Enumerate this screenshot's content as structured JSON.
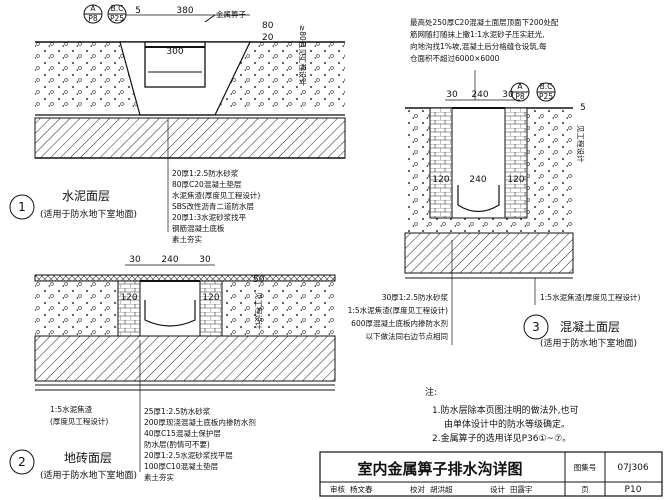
{
  "title": "室内金属箅子排水沟详图",
  "title_block": {
    "atlas_label": "图集号",
    "atlas_no": "07J306",
    "page_label": "页",
    "page_no": "P10",
    "roles": [
      "审核",
      "校对",
      "设计"
    ],
    "names": [
      "杨文春",
      "胡洪超",
      "田露宇"
    ]
  },
  "details": [
    {
      "no": "1",
      "name": "水泥面层",
      "scope": "(适用于防水地下室地面)",
      "dims": [
        "380",
        "5",
        "300",
        "80",
        "20"
      ],
      "vertical_dims": [
        "≥80且见工程设计"
      ],
      "grate_label": "金属箅子",
      "ref_a": {
        "top": "A",
        "bottom": "P8"
      },
      "ref_b": {
        "top": "B.C",
        "bottom": "P25"
      },
      "layers": [
        "20厚1:2.5防水砂浆",
        "80厚C20混凝土垫层",
        "水泥焦渣(厚度见工程设计)",
        "SBS改性沥青二道防水层",
        "20厚1:3水泥砂浆找平",
        "钢筋混凝土底板",
        "素土夯实"
      ]
    },
    {
      "no": "2",
      "name": "地砖面层",
      "scope": "(适用于防水地下室地面)",
      "dims": [
        "30",
        "240",
        "30",
        "120",
        "120",
        "50"
      ],
      "vertical_dims": [
        "见工程设计"
      ],
      "left_notes": [
        "1:5水泥焦渣",
        "(厚度见工程设计)"
      ],
      "layers": [
        "25厚1:2.5防水砂浆",
        "200厚现浇混凝土底板内掺防水剂",
        "40厚C15混凝土保护层",
        "防水层(酌情可不要)",
        "20厚1:2.5水泥砂浆找平层",
        "100厚C10混凝土垫层",
        "素土夯实"
      ]
    },
    {
      "no": "3",
      "name": "混凝土面层",
      "scope": "(适用于防水地下室地面)",
      "dims": [
        "30",
        "240",
        "30",
        "120",
        "240",
        "120",
        "5"
      ],
      "vertical_dims": [
        "见工程设计"
      ],
      "top_note": [
        "最高处250厚C20混凝土面层顶面下200处配",
        "筋网随打随抹上撒1:1水泥砂子压实赶光,",
        "向地沟找1%坡,混凝土后分格缝仓设筑,每",
        "仓面积不超过6000×6000"
      ],
      "ref_a": {
        "top": "A",
        "bottom": "P8"
      },
      "ref_b": {
        "top": "B.C",
        "bottom": "P25"
      },
      "layers": [
        "30厚1:2.5防水砂浆",
        "1:5水泥焦渣(厚度见工程设计)",
        "600厚混凝土底板内掺防水剂",
        "以下做法同右边节点相同"
      ],
      "right_note": "1:5水泥焦渣(厚度见工程设计)"
    }
  ],
  "notes": {
    "heading": "注:",
    "items": [
      "1.防水层除本页图注明的做法外,也可",
      "由单体设计中的防水等级确定。",
      "2.金属箅子的选用详见P36①~⑦。"
    ]
  }
}
